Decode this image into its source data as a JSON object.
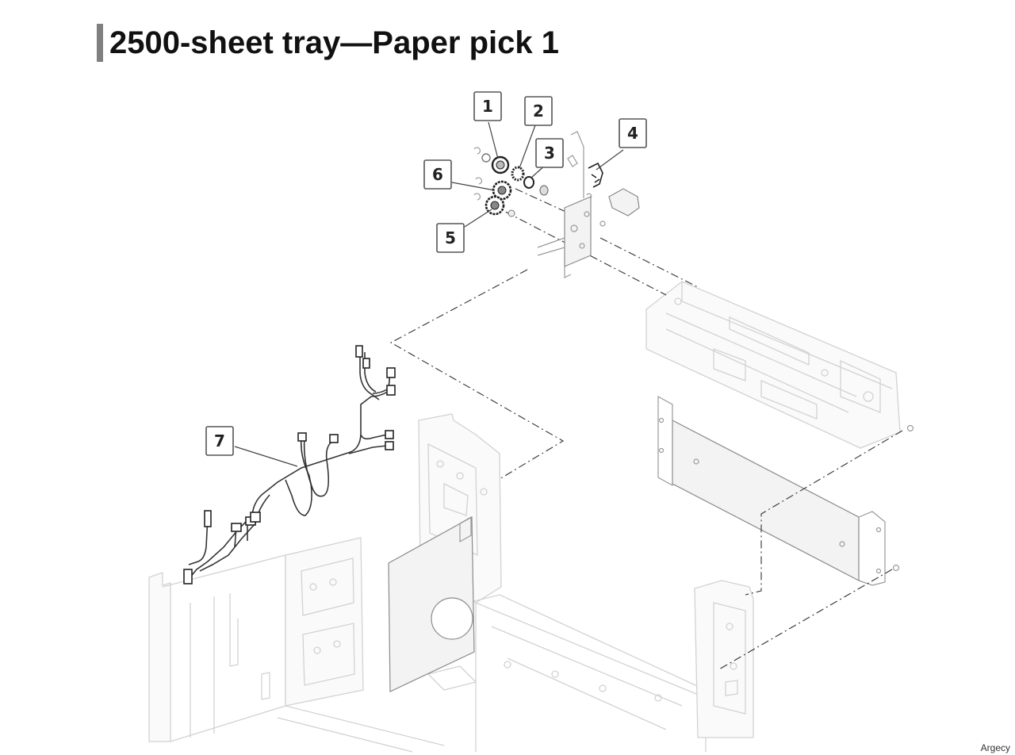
{
  "page": {
    "title": "2500-sheet tray—Paper pick 1",
    "watermark": "Argecy"
  },
  "callouts": [
    {
      "number": "1"
    },
    {
      "number": "2"
    },
    {
      "number": "3"
    },
    {
      "number": "4"
    },
    {
      "number": "5"
    },
    {
      "number": "6"
    },
    {
      "number": "7"
    }
  ],
  "colors": {
    "title_bar": "#7f7f7f",
    "ghost_lines": "#d2d2d2",
    "part_lines": "#222222"
  }
}
